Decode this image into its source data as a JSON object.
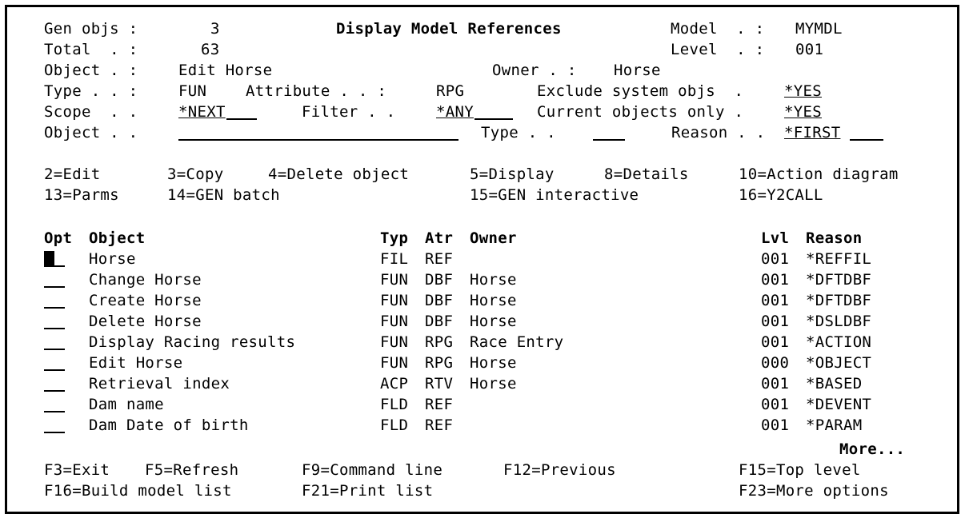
{
  "header": {
    "gen_objs_label": "Gen objs :",
    "gen_objs_value": "3",
    "title": "Display Model References",
    "model_label": "Model  . :",
    "model_value": "MYMDL",
    "total_label": "Total  . :",
    "total_value": "63",
    "level_label": "Level  . :",
    "level_value": "001",
    "object_label": "Object . :",
    "object_value": "Edit Horse",
    "owner_label": "Owner . :",
    "owner_value": "Horse",
    "type_label": "Type . . :",
    "type_value": "FUN",
    "attribute_label": "Attribute . . :",
    "attribute_value": "RPG",
    "exclude_label": "Exclude system objs  .",
    "exclude_value": "*YES",
    "scope_label": "Scope  . .",
    "scope_value": "*NEXT",
    "filter_label": "Filter . .",
    "filter_value": "*ANY",
    "current_label": "Current objects only .",
    "current_value": "*YES",
    "object_pos_label": "Object . .",
    "object_pos_value": "",
    "type_pos_label": "Type . .",
    "type_pos_value": "",
    "reason_label": "Reason . .",
    "reason_value": "*FIRST"
  },
  "options": {
    "row1": [
      "2=Edit",
      "3=Copy",
      "4=Delete object",
      "5=Display",
      "8=Details",
      "10=Action diagram"
    ],
    "row2": [
      "13=Parms",
      "14=GEN batch",
      "15=GEN interactive",
      "16=Y2CALL"
    ]
  },
  "table": {
    "headers": {
      "opt": "Opt",
      "object": "Object",
      "typ": "Typ",
      "atr": "Atr",
      "owner": "Owner",
      "lvl": "Lvl",
      "reason": "Reason"
    },
    "rows": [
      {
        "opt": "",
        "object": "Horse",
        "typ": "FIL",
        "atr": "REF",
        "owner": "",
        "lvl": "001",
        "reason": "*REFFIL"
      },
      {
        "opt": "",
        "object": "Change Horse",
        "typ": "FUN",
        "atr": "DBF",
        "owner": "Horse",
        "lvl": "001",
        "reason": "*DFTDBF"
      },
      {
        "opt": "",
        "object": "Create Horse",
        "typ": "FUN",
        "atr": "DBF",
        "owner": "Horse",
        "lvl": "001",
        "reason": "*DFTDBF"
      },
      {
        "opt": "",
        "object": "Delete Horse",
        "typ": "FUN",
        "atr": "DBF",
        "owner": "Horse",
        "lvl": "001",
        "reason": "*DSLDBF"
      },
      {
        "opt": "",
        "object": "Display Racing results",
        "typ": "FUN",
        "atr": "RPG",
        "owner": "Race Entry",
        "lvl": "001",
        "reason": "*ACTION"
      },
      {
        "opt": "",
        "object": "Edit Horse",
        "typ": "FUN",
        "atr": "RPG",
        "owner": "Horse",
        "lvl": "000",
        "reason": "*OBJECT"
      },
      {
        "opt": "",
        "object": "Retrieval index",
        "typ": "ACP",
        "atr": "RTV",
        "owner": "Horse",
        "lvl": "001",
        "reason": "*BASED"
      },
      {
        "opt": "",
        "object": "Dam name",
        "typ": "FLD",
        "atr": "REF",
        "owner": "",
        "lvl": "001",
        "reason": "*DEVENT"
      },
      {
        "opt": "",
        "object": "Dam Date of birth",
        "typ": "FLD",
        "atr": "REF",
        "owner": "",
        "lvl": "001",
        "reason": "*PARAM"
      }
    ],
    "more": "More..."
  },
  "fkeys": {
    "row1": [
      "F3=Exit",
      "F5=Refresh",
      "F9=Command line",
      "F12=Previous",
      "F15=Top level"
    ],
    "row2": [
      "F16=Build model list",
      "F21=Print list",
      "F23=More options"
    ]
  }
}
